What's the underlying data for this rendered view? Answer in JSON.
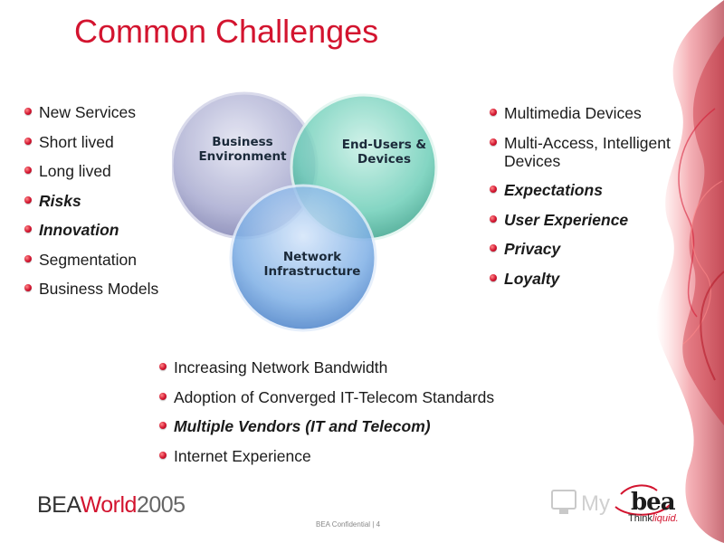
{
  "title": "Common Challenges",
  "left_list": [
    {
      "text": "New Services",
      "emphasis": false
    },
    {
      "text": "Short lived",
      "emphasis": false
    },
    {
      "text": "Long lived",
      "emphasis": false
    },
    {
      "text": "Risks",
      "emphasis": true
    },
    {
      "text": "Innovation",
      "emphasis": true
    },
    {
      "text": "Segmentation",
      "emphasis": false
    },
    {
      "text": "Business Models",
      "emphasis": false
    }
  ],
  "right_list": [
    {
      "text": "Multimedia Devices",
      "emphasis": false
    },
    {
      "text": "Multi-Access, Intelligent Devices",
      "emphasis": false
    },
    {
      "text": "Expectations",
      "emphasis": true
    },
    {
      "text": "User Experience",
      "emphasis": true
    },
    {
      "text": "Privacy",
      "emphasis": true
    },
    {
      "text": "Loyalty",
      "emphasis": true
    }
  ],
  "bottom_list": [
    {
      "text": "Increasing Network Bandwidth",
      "emphasis": false
    },
    {
      "text": "Adoption of Converged IT-Telecom Standards",
      "emphasis": false
    },
    {
      "text": "Multiple Vendors (IT and Telecom)",
      "emphasis": true
    },
    {
      "text": "Internet Experience",
      "emphasis": false
    }
  ],
  "venn": {
    "business": "Business Environment",
    "endusers": "End-Users & Devices",
    "network": "Network Infrastructure"
  },
  "footer": {
    "brand_part1": "BEA",
    "brand_part2": "World",
    "brand_part3": "2005",
    "confidential": "BEA Confidential |  4",
    "logo_word": "bea",
    "logo_tagline_1": "Think",
    "logo_tagline_2": "liquid."
  },
  "colors": {
    "accent": "#d3142f",
    "business_circle": "#a9acd0",
    "endusers_circle": "#5cc7b0",
    "network_circle": "#6b9fde"
  }
}
